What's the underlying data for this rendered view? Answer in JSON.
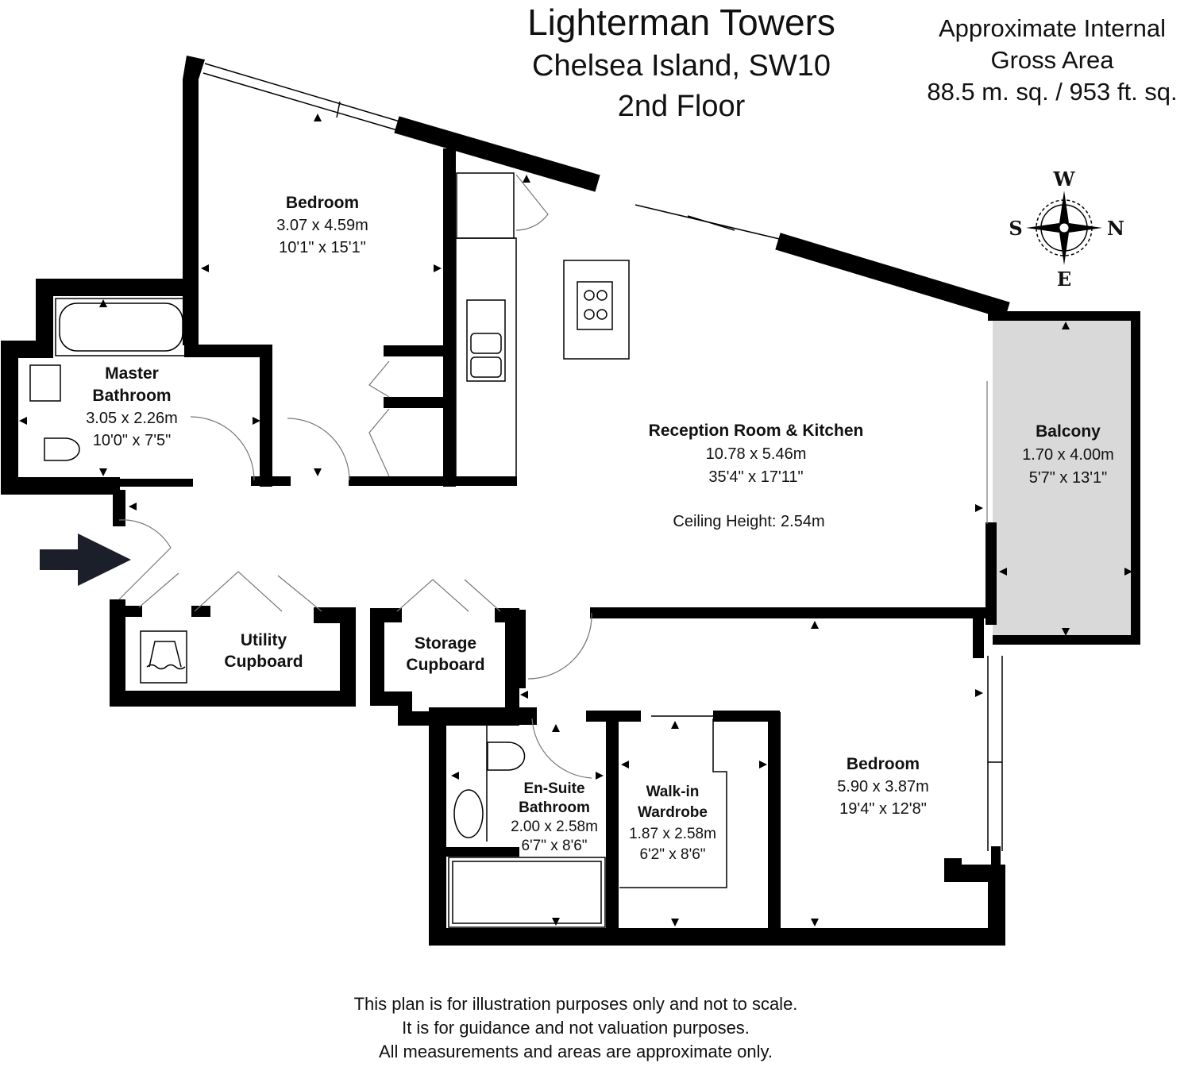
{
  "header": {
    "title": "Lighterman Towers",
    "location": "Chelsea Island, SW10",
    "floor": "2nd Floor"
  },
  "area": {
    "line1": "Approximate Internal",
    "line2": "Gross Area",
    "line3": "88.5 m. sq. / 953 ft. sq."
  },
  "compass": {
    "top": "W",
    "left": "S",
    "right": "N",
    "bottom": "E"
  },
  "rooms": {
    "bedroom1": {
      "name": "Bedroom",
      "metric": "3.07 x 4.59m",
      "imperial": "10'1\" x 15'1\""
    },
    "master_bath": {
      "name1": "Master",
      "name2": "Bathroom",
      "metric": "3.05 x 2.26m",
      "imperial": "10'0\" x 7'5\""
    },
    "reception": {
      "name": "Reception Room & Kitchen",
      "metric": "10.78 x 5.46m",
      "imperial": "35'4\" x 17'11\"",
      "ceiling": "Ceiling Height: 2.54m"
    },
    "balcony": {
      "name": "Balcony",
      "metric": "1.70 x 4.00m",
      "imperial": "5'7\" x 13'1\""
    },
    "utility": {
      "name1": "Utility",
      "name2": "Cupboard"
    },
    "storage": {
      "name1": "Storage",
      "name2": "Cupboard"
    },
    "ensuite": {
      "name1": "En-Suite",
      "name2": "Bathroom",
      "metric": "2.00 x 2.58m",
      "imperial": "6'7\" x 8'6\""
    },
    "wardrobe": {
      "name1": "Walk-in",
      "name2": "Wardrobe",
      "metric": "1.87 x 2.58m",
      "imperial": "6'2\" x 8'6\""
    },
    "bedroom2": {
      "name": "Bedroom",
      "metric": "5.90 x 3.87m",
      "imperial": "19'4\" x 12'8\""
    }
  },
  "footer": {
    "line1": "This plan is for illustration purposes only and not to scale.",
    "line2": "It is for guidance and not valuation purposes.",
    "line3": "All measurements and areas are approximate only."
  },
  "colors": {
    "wall": "#000000",
    "balcony": "#d9d9d9",
    "entrance_arrow": "#1b1f2a"
  }
}
